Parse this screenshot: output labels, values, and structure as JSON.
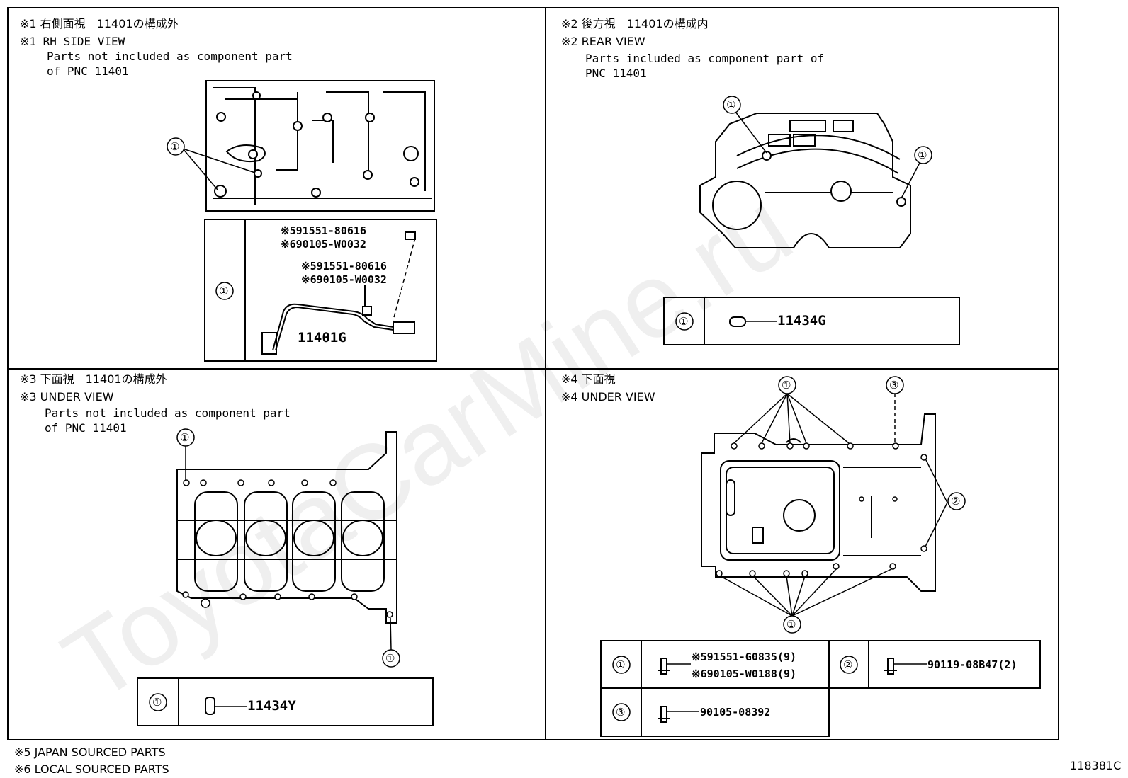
{
  "watermark": "ToyotaCarMine.ru",
  "figure_code": "118381C",
  "footer": {
    "note1": "※5 JAPAN SOURCED PARTS",
    "note2": "※6 LOCAL SOURCED PARTS"
  },
  "panels": {
    "q1": {
      "jp": "※1 右側面視　11401の構成外",
      "en": "※1 RH SIDE VIEW",
      "desc1": "Parts not included as component part",
      "desc2": "of PNC 11401",
      "callout": "①",
      "table_key": "①",
      "parts": [
        {
          "num": "※591551-80616"
        },
        {
          "num": "※690105-W0032"
        },
        {
          "num": "※591551-80616"
        },
        {
          "num": "※690105-W0032"
        }
      ],
      "assembly": "11401G"
    },
    "q2": {
      "jp": "※2 後方視　11401の構成内",
      "en": "※2 REAR VIEW",
      "desc1": "Parts included as component part of",
      "desc2": "PNC 11401",
      "callout_a": "①",
      "callout_b": "①",
      "table_key": "①",
      "part": "11434G"
    },
    "q3": {
      "jp": "※3 下面視　11401の構成外",
      "en": "※3 UNDER VIEW",
      "desc1": "Parts not included as component part",
      "desc2": "of PNC 11401",
      "callout_a": "①",
      "callout_b": "①",
      "table_key": "①",
      "part": "11434Y"
    },
    "q4": {
      "jp": "※4 下面視",
      "en": "※4 UNDER VIEW",
      "callout_top1": "①",
      "callout_top3": "③",
      "callout_right2": "②",
      "callout_bottom1": "①",
      "rows": [
        {
          "key": "①",
          "line1": "※591551-G0835(9)",
          "line2": "※690105-W0188(9)"
        },
        {
          "key": "②",
          "line1": "90119-08B47(2)"
        },
        {
          "key": "③",
          "line1": "90105-08392"
        }
      ]
    }
  }
}
